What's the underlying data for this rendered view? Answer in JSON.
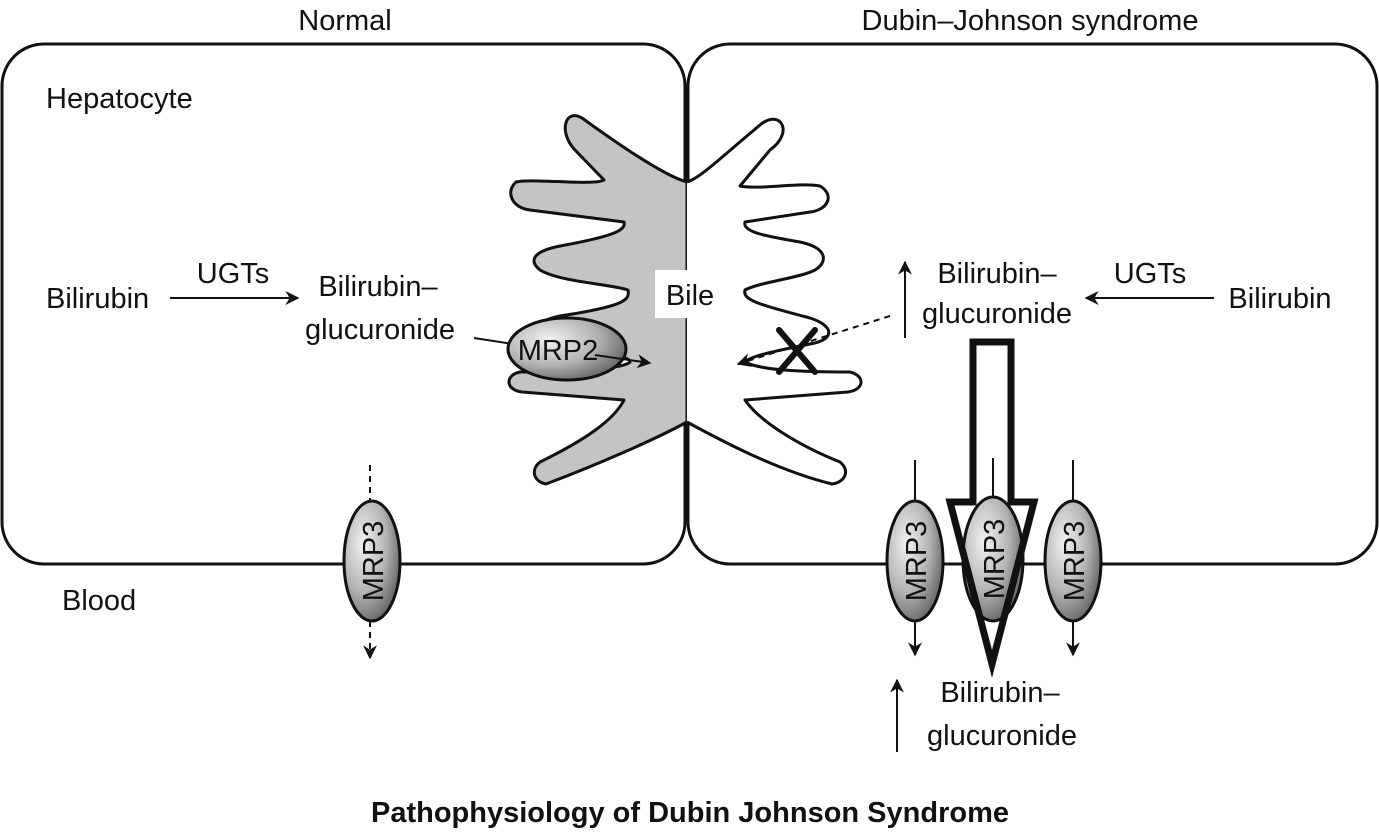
{
  "header_normal": "Normal",
  "header_dj": "Dubin–Johnson syndrome",
  "hepatocyte_label": "Hepatocyte",
  "blood_label": "Blood",
  "bile_label": "Bile",
  "normal": {
    "bilirubin": "Bilirubin",
    "ugts": "UGTs",
    "bg_line1": "Bilirubin–",
    "bg_line2": "glucuronide",
    "mrp2": "MRP2",
    "mrp3": "MRP3"
  },
  "dj": {
    "bilirubin": "Bilirubin",
    "ugts": "UGTs",
    "bg_line1": "Bilirubin–",
    "bg_line2": "glucuronide",
    "mrp3_a": "MRP3",
    "mrp3_b": "MRP3",
    "mrp3_c": "MRP3",
    "blood_bg_line1": "Bilirubin–",
    "blood_bg_line2": "glucuronide"
  },
  "footer_title": "Pathophysiology of Dubin Johnson Syndrome",
  "colors": {
    "bile_fill": "#c4c4c4",
    "line": "#111111"
  }
}
